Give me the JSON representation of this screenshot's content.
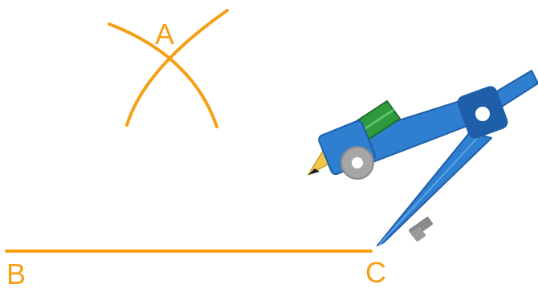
{
  "labels": {
    "a": "A",
    "b": "B",
    "c": "C"
  },
  "colors": {
    "construction": "#f5a017",
    "compass_blue": "#2f7fd0",
    "compass_dark": "#1f5ea8",
    "pencil_green": "#2e9a3c",
    "pencil_wood": "#f1c84b",
    "hinge_gray": "#a6a6a6"
  },
  "icons": [
    "compass-icon",
    "pencil-icon"
  ]
}
